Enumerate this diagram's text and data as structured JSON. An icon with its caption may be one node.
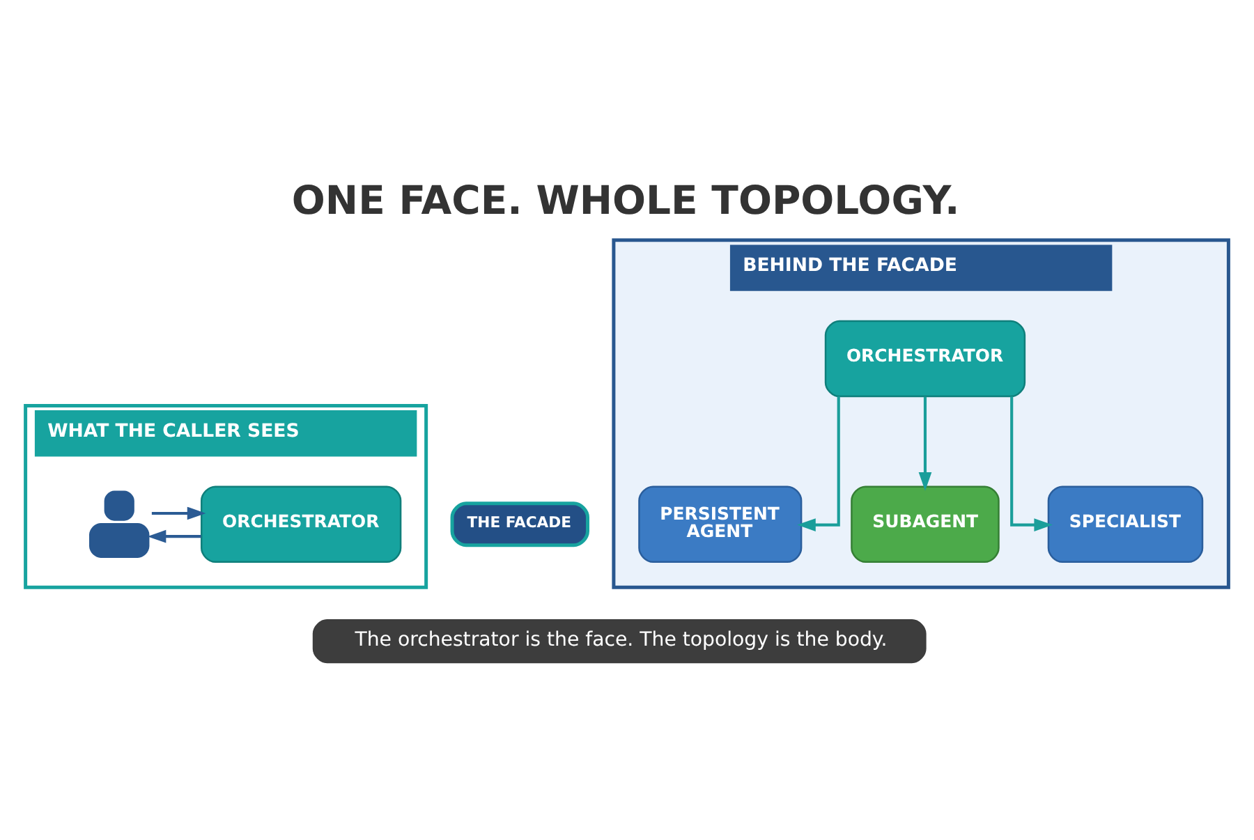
{
  "diagram": {
    "title": "ONE FACE. WHOLE TOPOLOGY.",
    "caption": "The orchestrator is the face. The topology is the body.",
    "nodes": [
      {
        "text": [
          "WHAT THE CALLER SEES"
        ]
      },
      {
        "text": [],
        "shape": "person",
        "in": 0
      },
      {
        "text": [
          "ORCHESTRATOR"
        ],
        "in": 0
      },
      {
        "text": [
          "THE FACADE"
        ]
      },
      {
        "text": [
          "BEHIND THE FACADE"
        ]
      },
      {
        "text": [
          "ORCHESTRATOR"
        ],
        "in": 4
      },
      {
        "text": [
          "PERSISTENT AGENT"
        ],
        "in": 4
      },
      {
        "text": [
          "SUBAGENT"
        ],
        "in": 4
      },
      {
        "text": [
          "SPECIALIST"
        ],
        "in": 4
      }
    ],
    "edges": [
      {
        "from": 1,
        "to": 2,
        "arrow": "to",
        "color": "#2b5b94"
      },
      {
        "from": 2,
        "to": 1,
        "arrow": "to",
        "color": "#2b5b94"
      },
      {
        "from": 5,
        "to": 6,
        "arrow": "to"
      },
      {
        "from": 5,
        "to": 7,
        "arrow": "to"
      },
      {
        "from": 5,
        "to": 8,
        "arrow": "to"
      }
    ]
  }
}
